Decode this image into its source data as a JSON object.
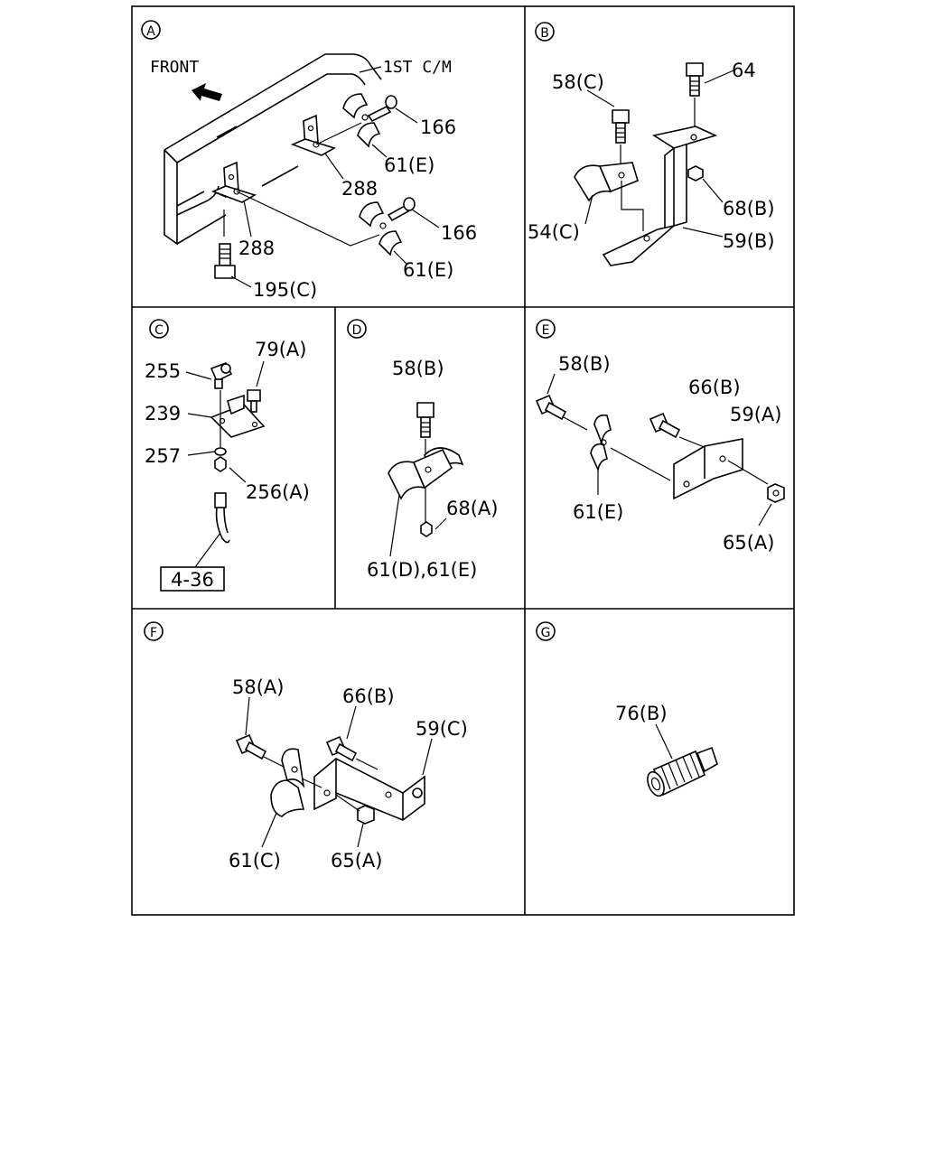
{
  "panels": {
    "a": {
      "letter": "A",
      "front": "FRONT",
      "crossmember": "1ST C/M",
      "l_166_top": "166",
      "l_61e_top": "61(E)",
      "l_288_mid": "288",
      "l_166_bot": "166",
      "l_288_left": "288",
      "l_61e_bot": "61(E)",
      "l_195c": "195(C)"
    },
    "b": {
      "letter": "B",
      "l_58c": "58(C)",
      "l_64": "64",
      "l_68b": "68(B)",
      "l_54c": "54(C)",
      "l_59b": "59(B)"
    },
    "c": {
      "letter": "C",
      "l_255": "255",
      "l_79a": "79(A)",
      "l_239": "239",
      "l_257": "257",
      "l_256a": "256(A)",
      "ref": "4-36"
    },
    "d": {
      "letter": "D",
      "l_58b": "58(B)",
      "l_68a": "68(A)",
      "l_61de": "61(D),61(E)"
    },
    "e": {
      "letter": "E",
      "l_58b": "58(B)",
      "l_66b": "66(B)",
      "l_59a": "59(A)",
      "l_61e": "61(E)",
      "l_65a": "65(A)"
    },
    "f": {
      "letter": "F",
      "l_58a": "58(A)",
      "l_66b": "66(B)",
      "l_59c": "59(C)",
      "l_61c": "61(C)",
      "l_65a": "65(A)"
    },
    "g": {
      "letter": "G",
      "l_76b": "76(B)"
    }
  }
}
